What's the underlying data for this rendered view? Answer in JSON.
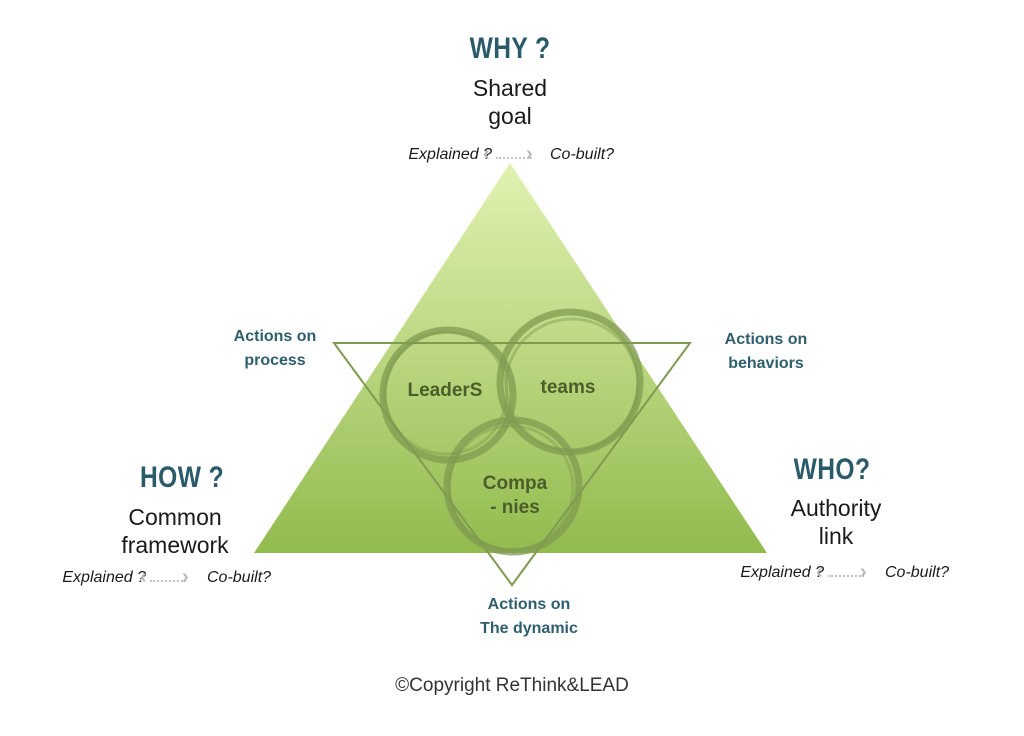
{
  "colors": {
    "heading": "#2b5a6a",
    "action": "#2f5e6e",
    "triangle_top": "#e1f2b2",
    "triangle_bottom": "#92bb4e",
    "ring": "#7f9b50",
    "inner_text": "#4b5e2a",
    "arrow": "#b8b8b8"
  },
  "why": {
    "question": "WHY ?",
    "line1": "Shared",
    "line2": "goal",
    "explained": "Explained ?",
    "cobuilt": "Co-built?"
  },
  "how": {
    "question": "HOW ?",
    "line1": "Common",
    "line2": "framework",
    "explained": "Explained ?",
    "cobuilt": "Co-built?"
  },
  "who": {
    "question": "WHO?",
    "line1": "Authority",
    "line2": "link",
    "explained": "Explained ?",
    "cobuilt": "Co-built?"
  },
  "actions": {
    "process": {
      "line1": "Actions on",
      "line2": "process"
    },
    "behaviors": {
      "line1": "Actions on",
      "line2": "behaviors"
    },
    "dynamic": {
      "line1": "Actions on",
      "line2": "The dynamic"
    }
  },
  "circles": {
    "leaders": "LeaderS",
    "teams": "teams",
    "companies_line1": "Compa",
    "companies_line2": "- nies"
  },
  "copyright": "©Copyright ReThink&LEAD"
}
